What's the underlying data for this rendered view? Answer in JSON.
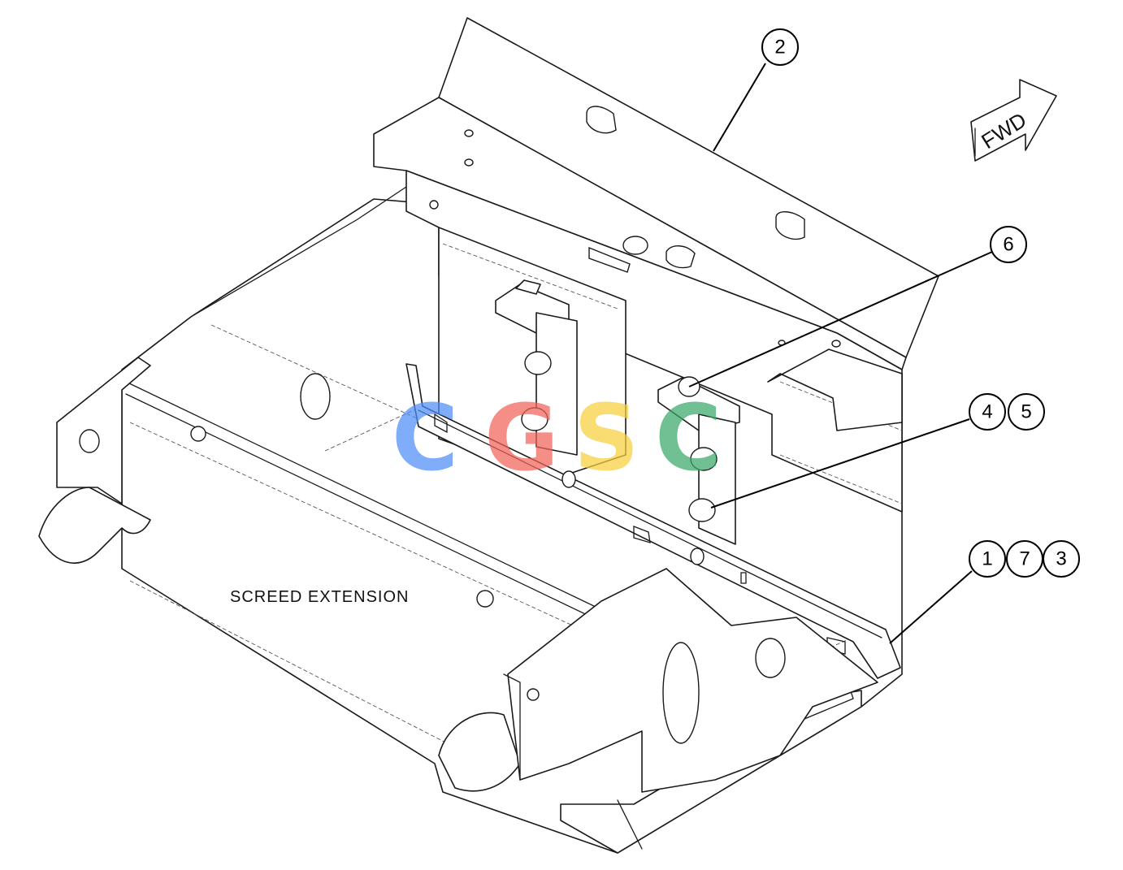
{
  "diagram": {
    "area_label": "SCREED EXTENSION",
    "direction_label": "FWD",
    "callouts": [
      {
        "id": "c2",
        "text": "2"
      },
      {
        "id": "c6",
        "text": "6"
      },
      {
        "id": "c4",
        "text": "4"
      },
      {
        "id": "c5",
        "text": "5"
      },
      {
        "id": "c1",
        "text": "1"
      },
      {
        "id": "c7",
        "text": "7"
      },
      {
        "id": "c3",
        "text": "3"
      }
    ]
  },
  "watermark": {
    "letters": [
      "C",
      "G",
      "S",
      "C"
    ],
    "colors": [
      "#4f8ef7",
      "#f0645a",
      "#f7cf3d",
      "#3aa86b"
    ]
  }
}
